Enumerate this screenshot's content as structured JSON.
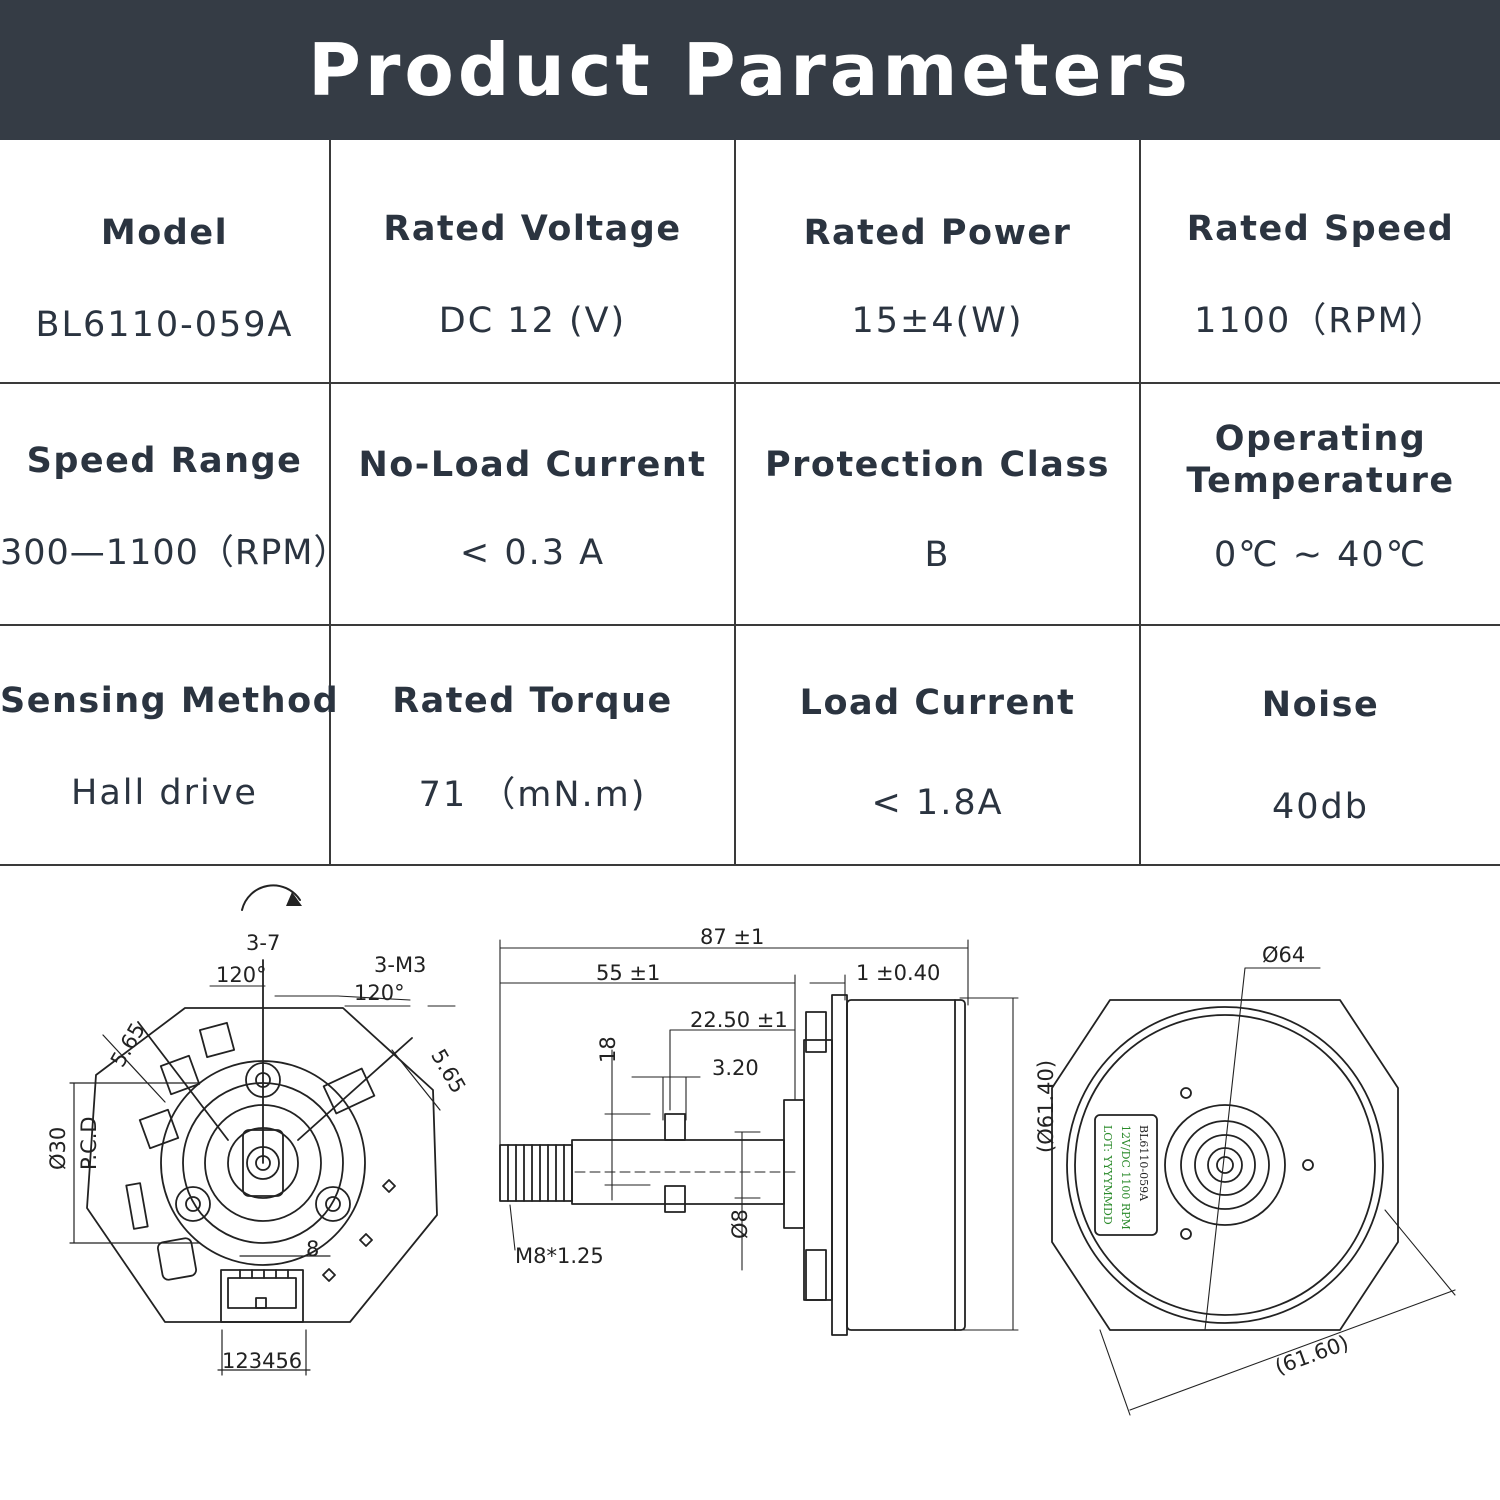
{
  "header": {
    "title": "Product Parameters"
  },
  "table": {
    "rows": [
      [
        {
          "label": "Model",
          "value": "BL6110-059A"
        },
        {
          "label": "Rated Voltage",
          "value": "DC 12 (V)"
        },
        {
          "label": "Rated Power",
          "value": "15±4(W)"
        },
        {
          "label": "Rated Speed",
          "value": "1100（RPM）"
        }
      ],
      [
        {
          "label": "Speed Range",
          "value": "300—1100（RPM）"
        },
        {
          "label": "No-Load Current",
          "value": "< 0.3 A"
        },
        {
          "label": "Protection Class",
          "value": "B"
        },
        {
          "label": "Operating Temperature",
          "label_line1": "Operating",
          "label_line2": "Temperature",
          "value": "0℃ ~ 40℃"
        }
      ],
      [
        {
          "label": "Sensing Method",
          "value": "Hall drive"
        },
        {
          "label": "Rated Torque",
          "value": "71 （mN.m)"
        },
        {
          "label": "Load Current",
          "value": "< 1.8A"
        },
        {
          "label": "Noise",
          "value": "40db"
        }
      ]
    ]
  },
  "drawing": {
    "front": {
      "d1": "3-7",
      "d2": "120°",
      "d3": "3-M3",
      "d4": "120°",
      "d5": "5.65",
      "d6": "5.65",
      "d7": "Ø30",
      "d8": "P.C.D",
      "d9": "8",
      "d10": "123456"
    },
    "side": {
      "d1": "87 ±1",
      "d2": "55 ±1",
      "d3": "1 ±0.40",
      "d4": "22.50 ±1",
      "d5": "18",
      "d6": "3.20",
      "d7": "(Ø61.40)",
      "d8": "M8*1.25",
      "d9": "Ø8"
    },
    "rear": {
      "d1": "Ø64",
      "d2": "(61.60)",
      "l1": "BL6110-059A",
      "l2": "12V/DC 1100 RPM",
      "l3": "LOT: YYYYMMDD"
    }
  }
}
